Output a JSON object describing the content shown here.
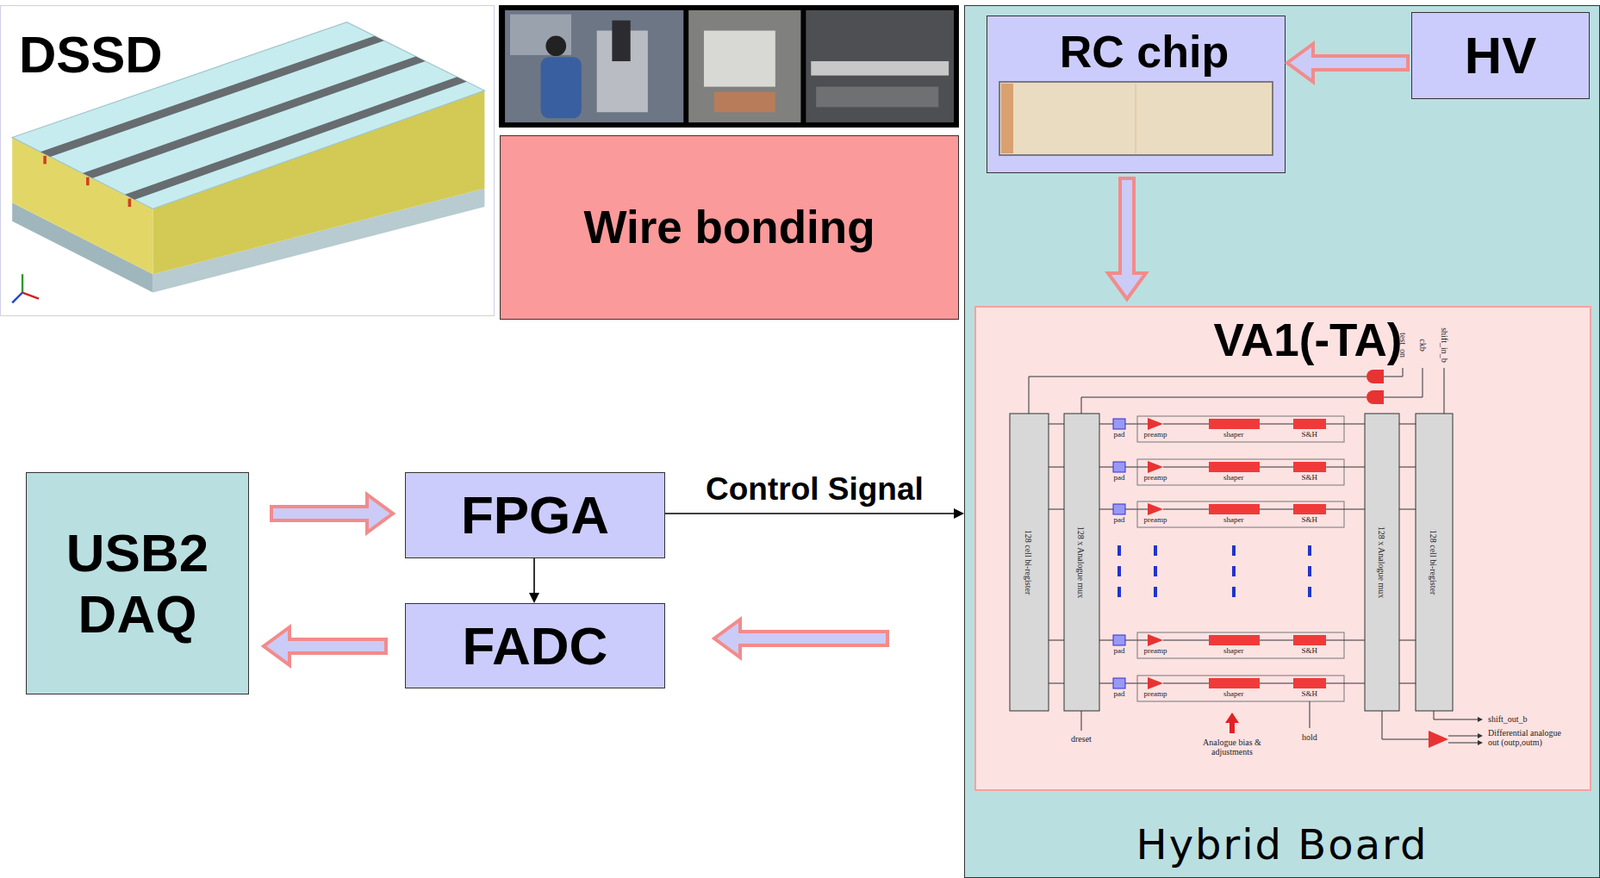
{
  "diagram": {
    "nodes": [
      {
        "text": [
          "DSSD"
        ]
      },
      {
        "text": [
          "Wire bonding"
        ]
      },
      {
        "text": [
          "Hybrid Board"
        ]
      },
      {
        "text": [
          "RC chip"
        ],
        "in": 2
      },
      {
        "text": [
          "HV"
        ],
        "in": 2
      },
      {
        "text": [
          "VA1(-TA)"
        ],
        "in": 2
      },
      {
        "text": [
          "USB2 DAQ"
        ]
      },
      {
        "text": [
          "FPGA"
        ]
      },
      {
        "text": [
          "FADC"
        ]
      }
    ],
    "edges": [
      {
        "from": 4,
        "to": 3,
        "arrow": "to"
      },
      {
        "from": 3,
        "to": 5,
        "arrow": "to"
      },
      {
        "from": 6,
        "to": 7,
        "arrow": "to"
      },
      {
        "from": 7,
        "to": 8,
        "arrow": "to"
      },
      {
        "from": 7,
        "to": 2,
        "arrow": "to",
        "label": "Control Signal"
      },
      {
        "from": 2,
        "to": 8,
        "arrow": "to"
      },
      {
        "from": 8,
        "to": 6,
        "arrow": "to"
      }
    ],
    "labels": [
      "128 cell bi-register",
      "128 x Analogue mux",
      "128 x Analogue mux",
      "128 cell bi-register",
      "test_on",
      "ckb",
      "shift_in_b",
      "pad",
      "preamp",
      "shaper",
      "S&H",
      "pad",
      "preamp",
      "shaper",
      "S&H",
      "pad",
      "preamp",
      "shaper",
      "S&H",
      "pad",
      "preamp",
      "shaper",
      "S&H",
      "pad",
      "preamp",
      "shaper",
      "S&H",
      "dreset",
      "Analogue bias & adjustments",
      "hold",
      "shift_out_b",
      "Differential analogue out (outp,outm)"
    ]
  }
}
